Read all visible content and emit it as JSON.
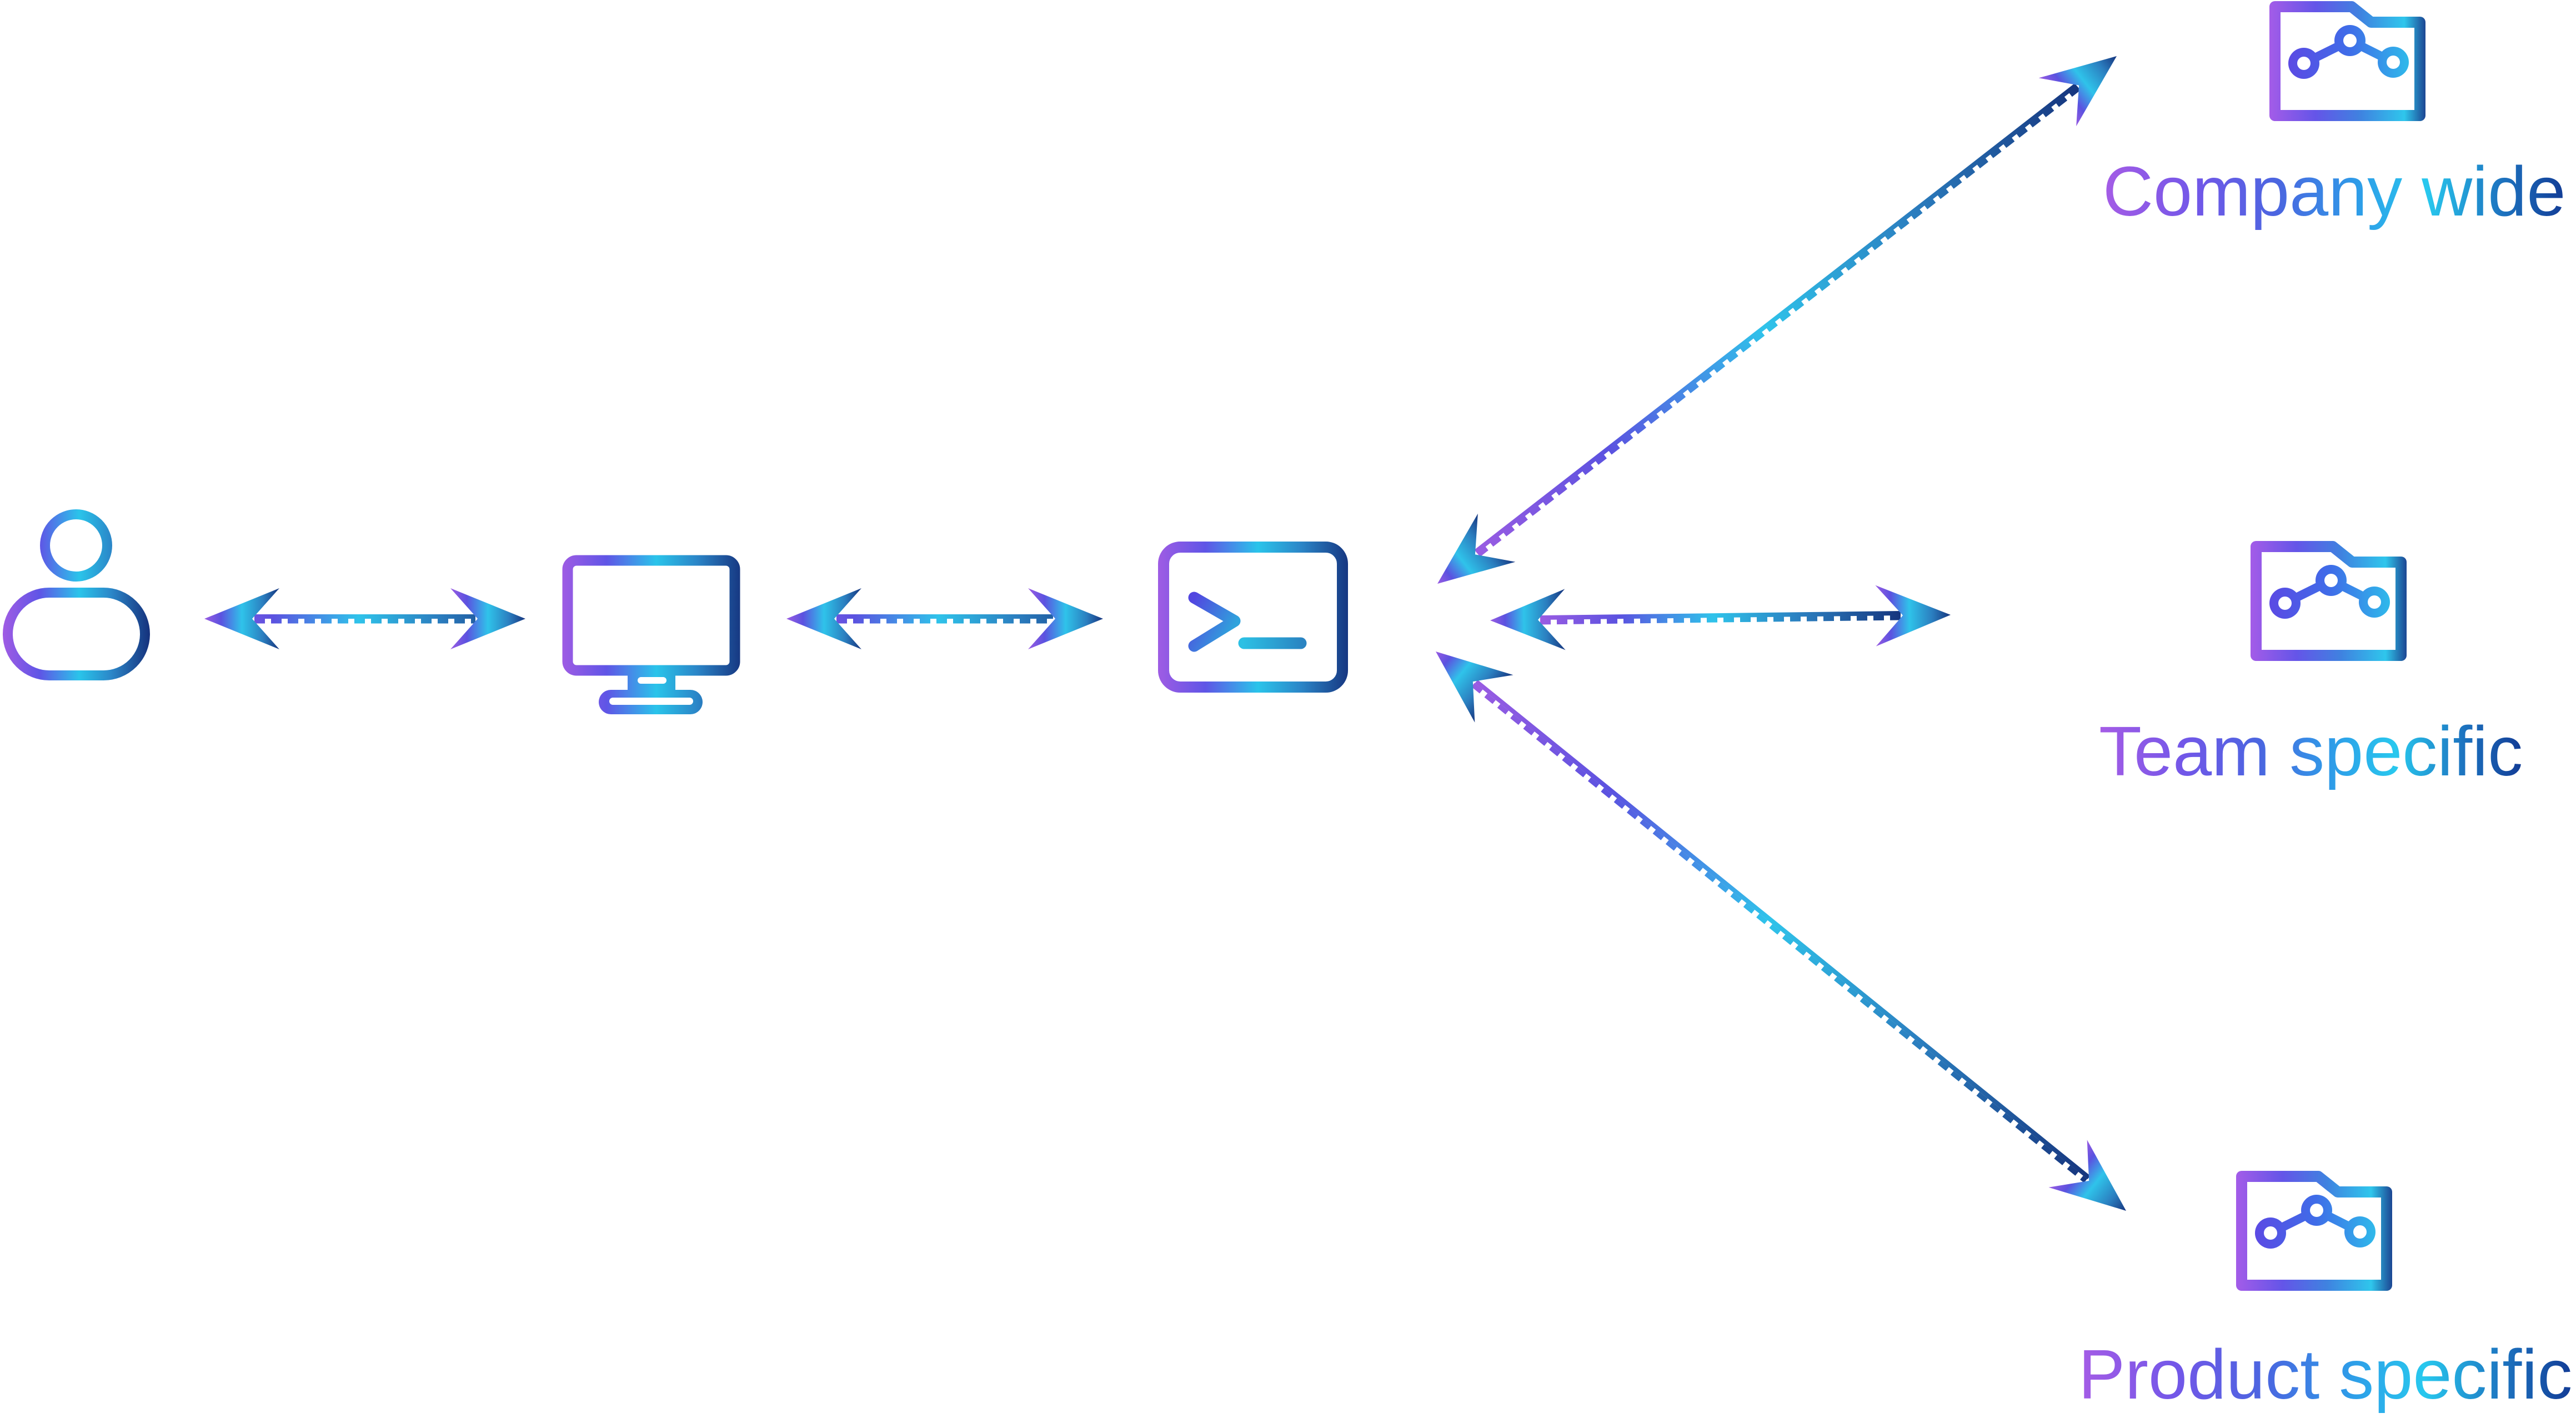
{
  "diagram": {
    "nodes": [
      {
        "id": "user",
        "icon": "user-icon"
      },
      {
        "id": "computer",
        "icon": "computer-icon"
      },
      {
        "id": "terminal",
        "icon": "terminal-icon"
      }
    ],
    "connectors": [
      {
        "from": "user",
        "to": "computer",
        "style": "double-headed-dashed"
      },
      {
        "from": "computer",
        "to": "terminal",
        "style": "double-headed-dashed"
      },
      {
        "from": "terminal",
        "to": "company-folder",
        "style": "double-headed-dashed"
      },
      {
        "from": "terminal",
        "to": "team-folder",
        "style": "double-headed-dashed"
      },
      {
        "from": "terminal",
        "to": "product-folder",
        "style": "double-headed-dashed"
      }
    ],
    "targets": [
      {
        "id": "company-folder",
        "label": "Company wide",
        "icon": "folder-network-icon"
      },
      {
        "id": "team-folder",
        "label": "Team specific",
        "icon": "folder-network-icon"
      },
      {
        "id": "product-folder",
        "label": "Product specific",
        "icon": "folder-network-icon"
      }
    ],
    "colors": {
      "purple": "#9a5ce2",
      "indigo": "#5b52e0",
      "cyan": "#2fc3ea",
      "steel_blue": "#2b7fc0",
      "navy": "#16357e"
    }
  }
}
